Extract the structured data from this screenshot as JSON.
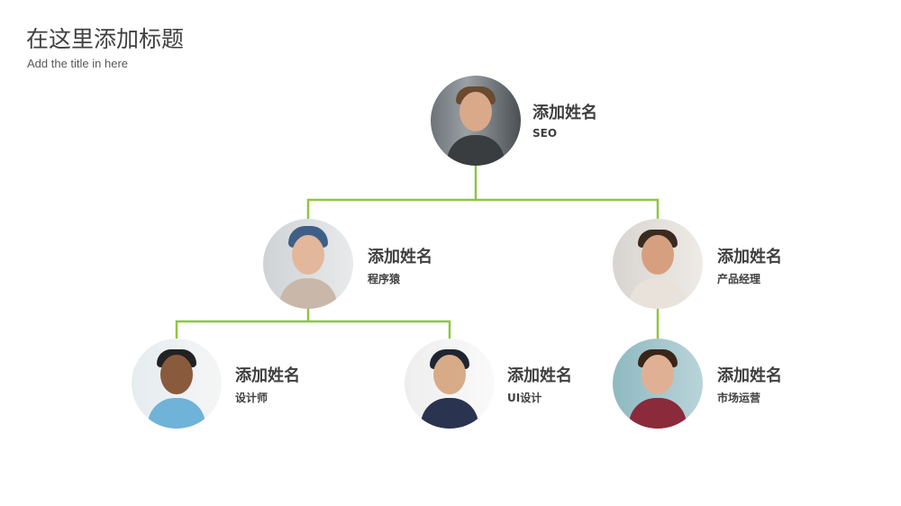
{
  "header": {
    "title": "在这里添加标题",
    "subtitle": "Add the title in here"
  },
  "colors": {
    "connector": "#8dc63f",
    "text": "#404040"
  },
  "nodes": [
    {
      "name": "添加姓名",
      "role": "SEO"
    },
    {
      "name": "添加姓名",
      "role": "程序猿"
    },
    {
      "name": "添加姓名",
      "role": "产品经理"
    },
    {
      "name": "添加姓名",
      "role": "设计师"
    },
    {
      "name": "添加姓名",
      "role": "UI设计"
    },
    {
      "name": "添加姓名",
      "role": "市场运营"
    }
  ]
}
